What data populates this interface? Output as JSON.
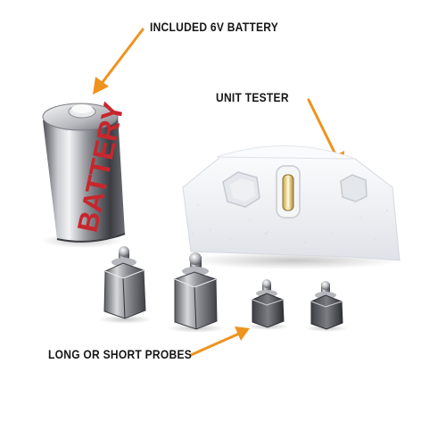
{
  "callouts": {
    "battery": "INCLUDED 6V BATTERY",
    "tester": "UNIT TESTER",
    "probes": "LONG OR SHORT PROBES"
  },
  "battery_print": "BATTERY",
  "colors": {
    "arrow": "#f0921e",
    "battery_text": "#c8262d",
    "metal": "#9c9ea4",
    "tester_body": "#f1f2f5",
    "background": "#ffffff"
  }
}
